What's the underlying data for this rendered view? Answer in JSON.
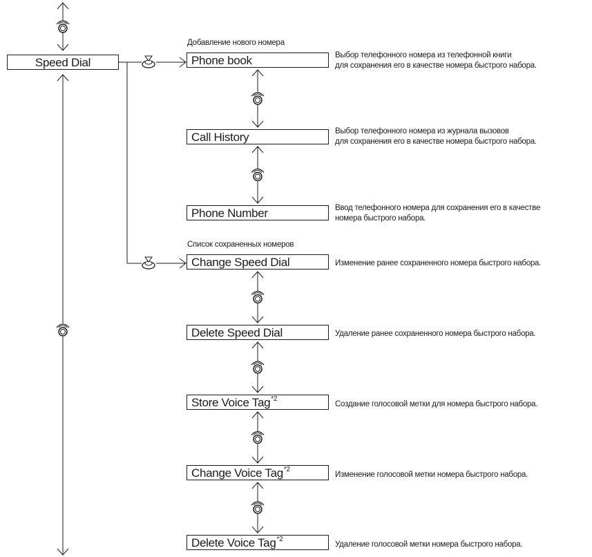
{
  "root": {
    "label": "Speed Dial"
  },
  "sections": {
    "add_new": "Добавление нового номера",
    "saved_list": "Список сохраненных номеров"
  },
  "items": [
    {
      "label": "Phone book",
      "sup": "",
      "desc": [
        "Выбор телефонного номера из телефонной книги",
        "для сохранения его в качестве номера быстрого набора."
      ]
    },
    {
      "label": "Call History",
      "sup": "",
      "desc": [
        "Выбор телефонного номера из журнала вызовов",
        "для сохранения его в качестве номера быстрого набора."
      ]
    },
    {
      "label": "Phone Number",
      "sup": "",
      "desc": [
        "Ввод телефонного номера для сохранения его в качестве",
        "номера быстрого набора."
      ]
    },
    {
      "label": "Change Speed Dial",
      "sup": "",
      "desc": [
        "Изменение ранее сохраненного номера быстрого набора."
      ]
    },
    {
      "label": "Delete Speed Dial",
      "sup": "",
      "desc": [
        "Удаление ранее сохраненного номера быстрого набора."
      ]
    },
    {
      "label": "Store Voice Tag",
      "sup": "*2",
      "desc": [
        "Создание голосовой метки для номера быстрого набора."
      ]
    },
    {
      "label": "Change Voice Tag",
      "sup": "*2",
      "desc": [
        "Изменение голосовой метки номера быстрого набора."
      ]
    },
    {
      "label": "Delete Voice Tag",
      "sup": "*2",
      "desc": [
        "Удаление голосовой метки номера быстрого набора."
      ]
    }
  ],
  "icons": {
    "rotate": "rotate-knob-icon",
    "press": "press-knob-icon"
  }
}
